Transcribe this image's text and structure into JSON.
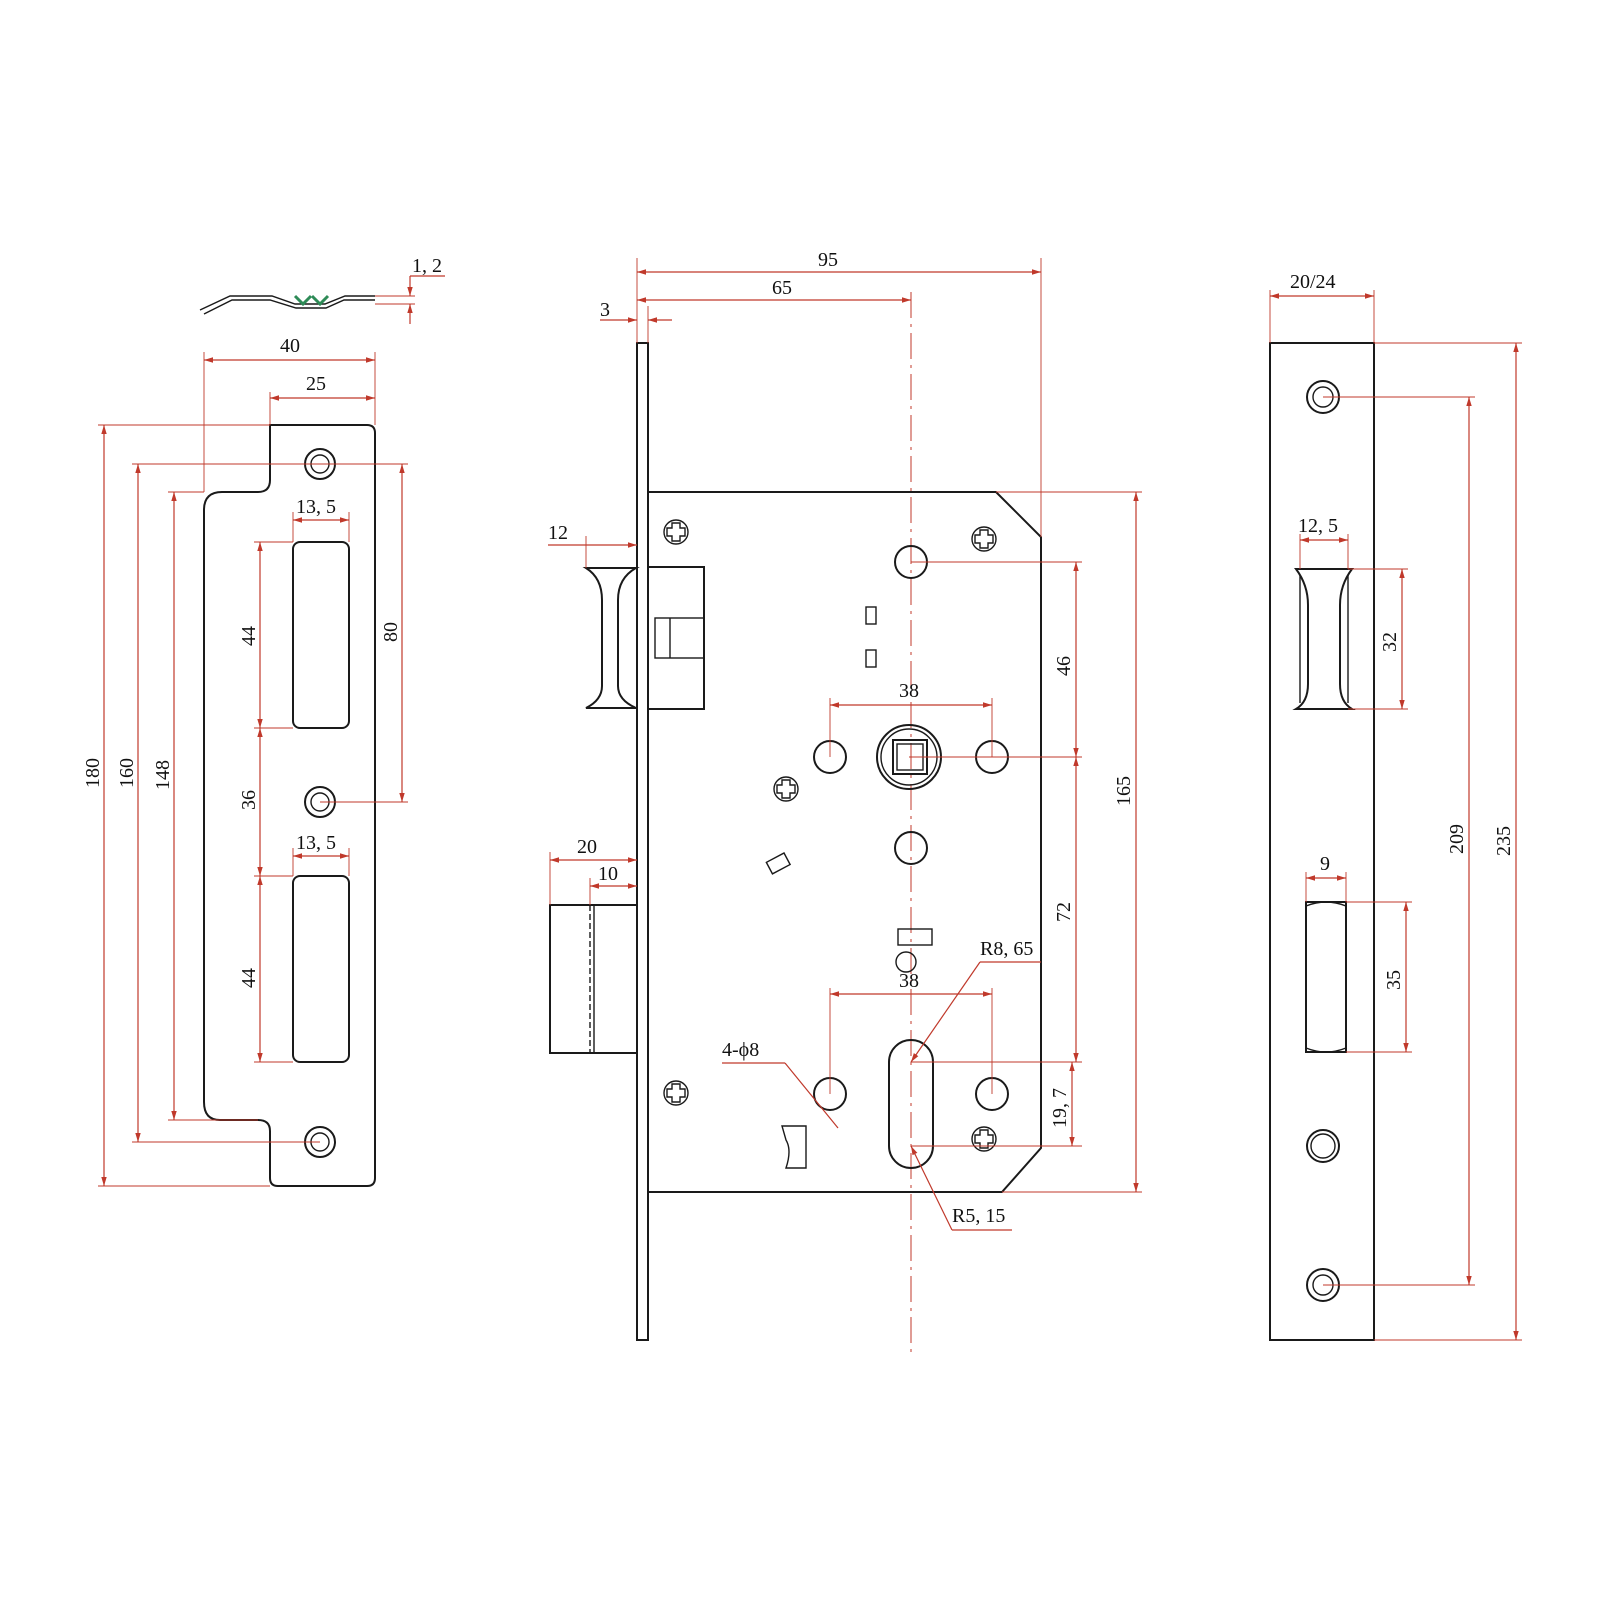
{
  "strike_plate": {
    "thickness": "1, 2",
    "width": "40",
    "inner_width": "25",
    "height_total": "180",
    "height_holes": "160",
    "height_lip": "148",
    "hole_spacing": "80",
    "slot_width_top": "13, 5",
    "slot_width_bottom": "13, 5",
    "slot_height_top": "44",
    "slot_gap": "36",
    "slot_height_bottom": "44"
  },
  "lock_body": {
    "backset_total": "95",
    "backset": "65",
    "faceplate_thickness": "3",
    "latch_throw": "12",
    "bolt_throw": "20",
    "bolt_inner": "10",
    "handle_hole_spacing": "38",
    "cylinder_hole_spacing": "38",
    "spindle_offset": "46",
    "case_height": "165",
    "center_distance": "72",
    "cylinder_offset": "19, 7",
    "cam_radius": "R8, 65",
    "bottom_radius": "R5, 15",
    "holes_note": "4-ϕ8"
  },
  "faceplate": {
    "width": "20/24",
    "latch_slot_width": "12, 5",
    "latch_slot_height": "32",
    "bolt_slot_width": "9",
    "bolt_slot_height": "35",
    "hole_spacing": "209",
    "total_height": "235"
  }
}
